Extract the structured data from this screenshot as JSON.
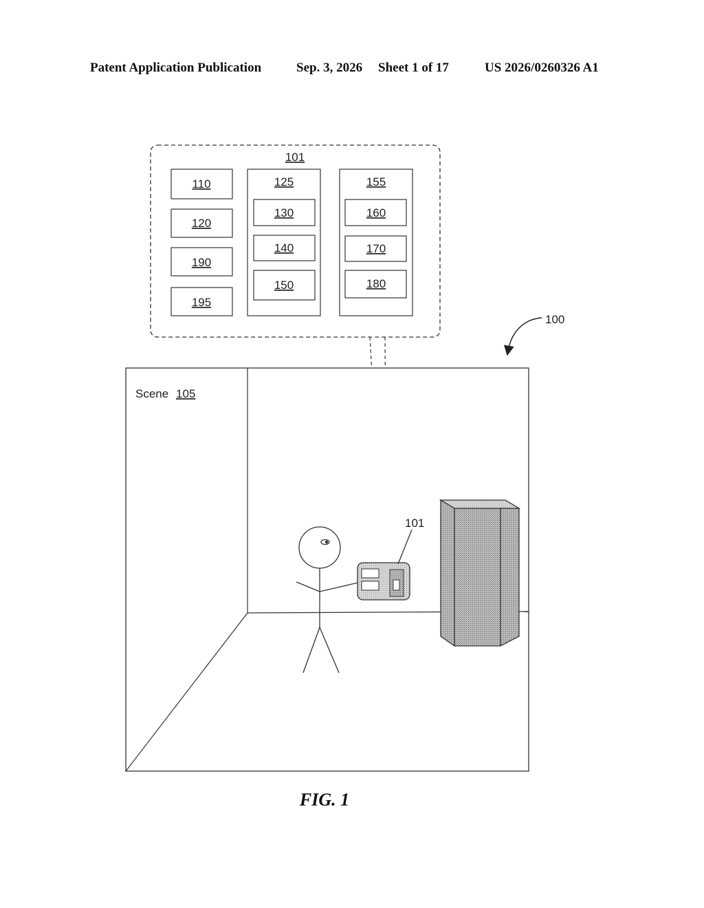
{
  "header": {
    "publication": "Patent Application Publication",
    "date": "Sep. 3, 2026",
    "sheet": "Sheet 1 of 17",
    "number": "US 2026/0260326 A1"
  },
  "figure": {
    "device_ref": "101",
    "system_ref": "100",
    "scene_label": "Scene",
    "scene_ref": "105",
    "device_callout": "101",
    "left_column": [
      "110",
      "120",
      "190",
      "195"
    ],
    "middle_group": {
      "ref": "125",
      "items": [
        "130",
        "140",
        "150"
      ]
    },
    "right_group": {
      "ref": "155",
      "items": [
        "160",
        "170",
        "180"
      ]
    },
    "caption": "FIG. 1"
  }
}
